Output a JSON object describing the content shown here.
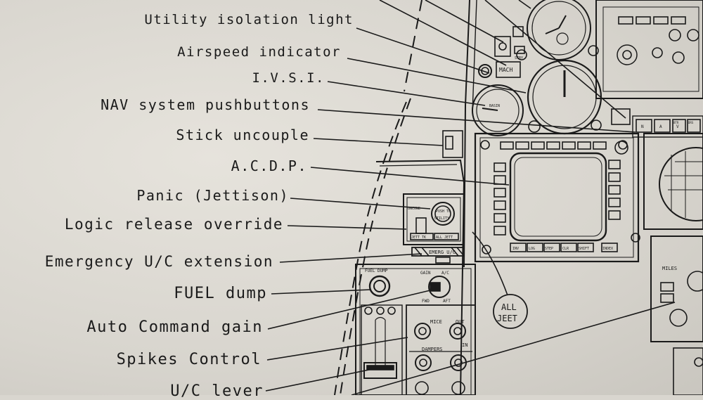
{
  "callouts": [
    {
      "id": "utility-isolation-light",
      "text": "Utility isolation light"
    },
    {
      "id": "airspeed-indicator",
      "text": "Airspeed indicator"
    },
    {
      "id": "ivsi",
      "text": "I.V.S.I."
    },
    {
      "id": "nav-system-pushbuttons",
      "text": "NAV system pushbuttons"
    },
    {
      "id": "stick-uncouple",
      "text": "Stick uncouple"
    },
    {
      "id": "acdp",
      "text": "A.C.D.P."
    },
    {
      "id": "panic-jettison",
      "text": "Panic (Jettison)"
    },
    {
      "id": "logic-release-override",
      "text": "Logic release override"
    },
    {
      "id": "emergency-uc-extension",
      "text": "Emergency U/C extension"
    },
    {
      "id": "fuel-dump",
      "text": "FUEL dump"
    },
    {
      "id": "auto-command-gain",
      "text": "Auto Command gain"
    },
    {
      "id": "spikes-control",
      "text": "Spikes Control"
    },
    {
      "id": "uc-lever",
      "text": "U/C lever"
    }
  ],
  "panel": {
    "mach": "MACH",
    "stby": "STBY",
    "basin": "BASIN",
    "uncone": "UNCONE",
    "push_to": "PUSH TO",
    "utility": "UTILITY",
    "jett_tk": "JETT TK",
    "all_jett": "ALL JETT",
    "emerg_uc": "EMERG U/C",
    "fuel_dump": "FUEL DUMP",
    "gain": "GAIN",
    "ac": "A/C",
    "fwd": "FWD",
    "aft": "AFT",
    "mice": "MICE",
    "out": "OUT",
    "in": "IN",
    "dampers": "DAMPERS",
    "all": "ALL",
    "jeet": "JEET",
    "miles": "MILES",
    "acdp_bottom": [
      "INV",
      "LOG",
      "STEP",
      "CLR",
      "SHIFT",
      "INDEX"
    ],
    "nav_keys": [
      "N",
      "A",
      "V",
      "BTR",
      "DRS"
    ]
  },
  "colors": {
    "ink": "#1a1a1a",
    "paper": "#dcd9d2"
  }
}
